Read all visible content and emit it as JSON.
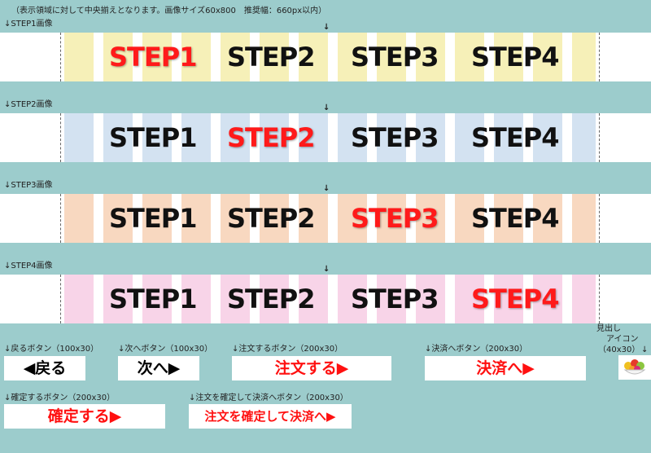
{
  "top_note": "（表示領域に対して中央揃えとなります。画像サイズ60x800　推奨幅：660px以内）",
  "center_arrow": "↓",
  "steps": [
    {
      "label": "↓STEP1画像",
      "items": [
        "STEP1",
        "STEP2",
        "STEP3",
        "STEP4"
      ],
      "active": 0,
      "stripe_color": "#f6f0b8"
    },
    {
      "label": "↓STEP2画像",
      "items": [
        "STEP1",
        "STEP2",
        "STEP3",
        "STEP4"
      ],
      "active": 1,
      "stripe_color": "#d3e2f1"
    },
    {
      "label": "↓STEP3画像",
      "items": [
        "STEP1",
        "STEP2",
        "STEP3",
        "STEP4"
      ],
      "active": 2,
      "stripe_color": "#f8d8c0"
    },
    {
      "label": "↓STEP4画像",
      "items": [
        "STEP1",
        "STEP2",
        "STEP3",
        "STEP4"
      ],
      "active": 3,
      "stripe_color": "#f8d4e8"
    }
  ],
  "buttons": {
    "back": {
      "note": "↓戻るボタン（100x30）",
      "label": "◀戻る"
    },
    "next": {
      "note": "↓次へボタン（100x30）",
      "label": "次へ▶"
    },
    "order": {
      "note": "↓注文するボタン（200x30）",
      "label": "注文する▶"
    },
    "settle": {
      "note": "↓決済へボタン（200x30）",
      "label": "決済へ▶"
    },
    "confirm": {
      "note": "↓確定するボタン（200x30）",
      "label": "確定する▶"
    },
    "confirm_settle": {
      "note": "↓注文を確定して決済へボタン（200x30）",
      "label": "注文を確定して決済へ▶"
    }
  },
  "heading_icon": {
    "line1": "見出し",
    "line2": "アイコン",
    "line3": "（40x30）",
    "arrow": "↓"
  },
  "colors": {
    "active": "#ff1a1a",
    "background": "#9ccccc"
  }
}
